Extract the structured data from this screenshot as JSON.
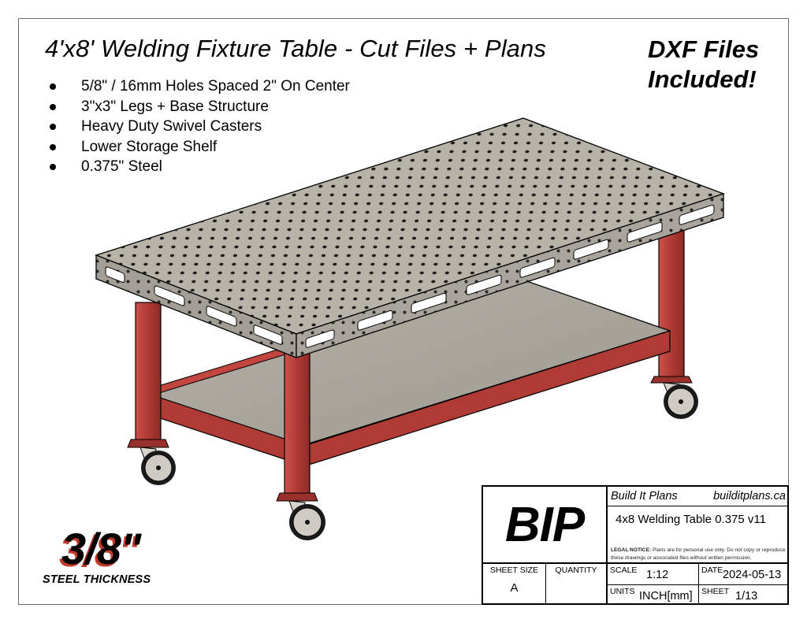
{
  "header": {
    "title": "4'x8' Welding Fixture Table - Cut Files + Plans",
    "callout_line1": "DXF Files",
    "callout_line2": "Included!"
  },
  "features": [
    "5/8\" / 16mm Holes Spaced 2\" On Center",
    "3\"x3\" Legs + Base Structure",
    "Heavy Duty Swivel Casters",
    "Lower Storage Shelf",
    "0.375\" Steel"
  ],
  "thickness_badge": {
    "value": "3/8\"",
    "label": "STEEL THICKNESS"
  },
  "illustration": {
    "subject": "welding-fixture-table-isometric",
    "colors": {
      "tabletop": "#b8b3a8",
      "frame": "#b03a34",
      "shelf": "#a8a49b",
      "holes": "#1a1a1a",
      "casters": "#cfcac2"
    }
  },
  "title_block": {
    "logo": "BIP",
    "company": "Build It Plans",
    "website": "builditplans.ca",
    "drawing_name": "4x8 Welding Table 0.375 v11",
    "legal_label": "LEGAL NOTICE:",
    "legal_text": "Plans are for personal use only. Do not copy or reproduce these drawings or associated files without written permission.",
    "sheet_size_label": "SHEET SIZE",
    "sheet_size": "A",
    "quantity_label": "QUANTITY",
    "quantity": "",
    "scale_label": "SCALE",
    "scale": "1:12",
    "date_label": "DATE",
    "date": "2024-05-13",
    "units_label": "UNITS",
    "units": "INCH[mm]",
    "sheet_label": "SHEET",
    "sheet": "1/13"
  }
}
